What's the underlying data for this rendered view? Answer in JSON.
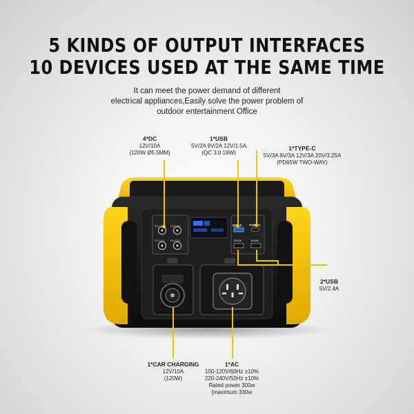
{
  "headline": {
    "line1": "5 KINDS OF OUTPUT INTERFACES",
    "line2": "10 DEVICES USED AT THE SAME TIME"
  },
  "subtitle": {
    "line1": "It can meet the power demand of different",
    "line2": "electrical appliances,Easily solve the power problem of",
    "line3": "outdoor entertainment Office"
  },
  "callouts": {
    "dc": {
      "title": "4*DC",
      "line1": "12V/10A",
      "line2": "(120W Ø5.5MM)"
    },
    "usb": {
      "title": "1*USB",
      "line1": "5V/2A   9V/2A   12V/1.5A",
      "line2": "(QC 3.0   18W)"
    },
    "typec": {
      "title": "1*TYPE-C",
      "line1": "5V/3A   9V/3A   12V/3A  20V/3.25A",
      "line2": "(PD65W TWO-WAY)"
    },
    "usb2": {
      "title": "2*USB",
      "line1": "5V/2.4A"
    },
    "car": {
      "title": "1*CAR CHARGING",
      "line1": "12V/10A",
      "line2": "(120W)"
    },
    "ac": {
      "title": "1*AC",
      "line1": "100-120V/60Hz ±10%",
      "line2": "220-240V/50Hz ±10%",
      "line3": "Rated power 300w",
      "line4": "[maximum 330w"
    }
  },
  "panel_labels": {
    "dc1": "DC/12V",
    "dc2": "DC/12V",
    "dc3": "DC/12V",
    "dc4": "DC/12V",
    "qc": "QC3.0",
    "typec": "TYPE-C",
    "usb_a": "5V/2A",
    "usb_b": "5V/2A"
  },
  "colors": {
    "accent": "#f5c400",
    "body_yellow": "#f2c200",
    "body_black": "#141414"
  }
}
